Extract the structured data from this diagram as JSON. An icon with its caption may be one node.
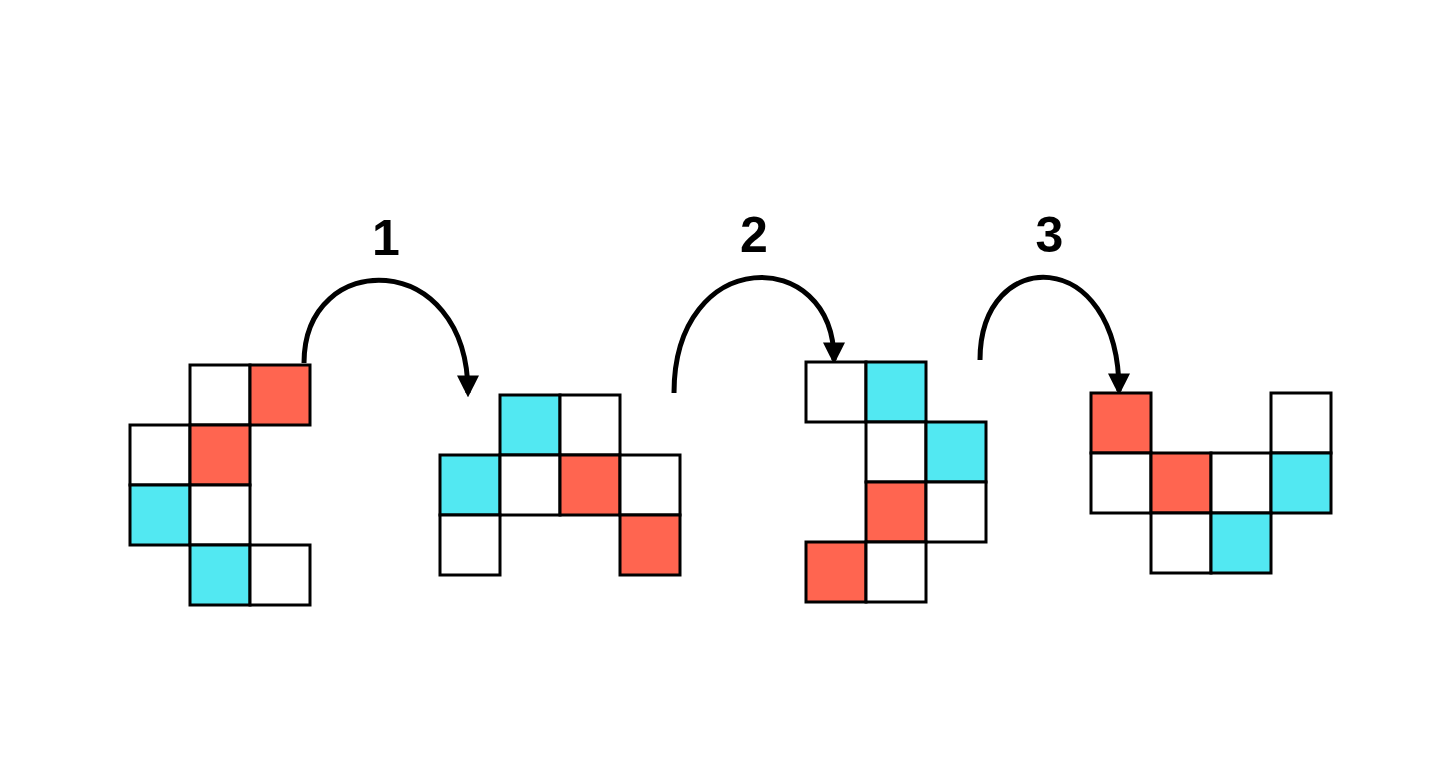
{
  "diagram": {
    "nodes": [
      {
        "text": [],
        "shape": "picture"
      },
      {
        "text": [],
        "shape": "picture"
      },
      {
        "text": [],
        "shape": "picture"
      },
      {
        "text": [],
        "shape": "picture"
      }
    ],
    "edges": [
      {
        "from": 0,
        "to": 1,
        "arrow": "to",
        "label": "1"
      },
      {
        "from": 1,
        "to": 2,
        "arrow": "to",
        "label": "2"
      },
      {
        "from": 2,
        "to": 3,
        "arrow": "to",
        "label": "3"
      }
    ]
  }
}
